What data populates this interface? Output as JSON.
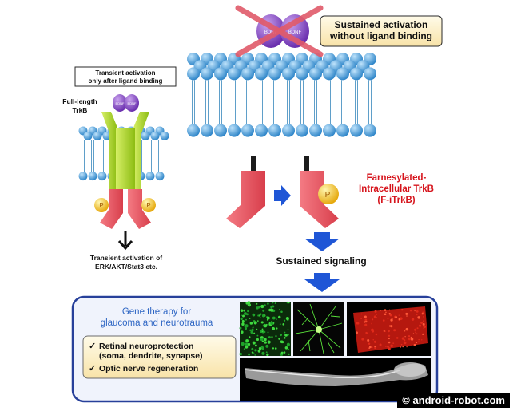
{
  "colors": {
    "lipid_head": "#4ea3dc",
    "lipid_head_dark": "#2f7fbf",
    "lipid_tail": "#5f9fc9",
    "receptor_domain": "#e8535f",
    "phosphate": "#f2c21c",
    "bdnf": "#8e4fc6",
    "fulltrkb_green": "#a6cc1f",
    "arrow_blue": "#1f56d6",
    "red_label": "#d6141c",
    "panel_border": "#27409a",
    "panel_title": "#2e66c4",
    "highlight_box": "#fdf0c9",
    "cross_red": "#e15a6a"
  },
  "labels": {
    "sustained_activation": "Sustained activation\nwithout ligand binding",
    "transient_activation": "Transient activation\nonly after ligand binding",
    "full_length_trkb": "Full-length\nTrkB",
    "farnesylated": "Farnesylated-\nIntracellular TrkB\n(F-iTrkB)",
    "sustained_signaling": "Sustained signaling",
    "transient_erk": "Transient activation of\nERK/AKT/Stat3 etc.",
    "bdnf": "BDNF",
    "phosphate": "P",
    "watermark": "© android-robot.com"
  },
  "gene_therapy": {
    "title": "Gene therapy for\nglaucoma and neurotrauma",
    "check_mark": "✓",
    "items": [
      "Retinal neuroprotection\n(soma, dendrite, synapse)",
      "Optic nerve regeneration"
    ]
  },
  "icons": {
    "cross": "cross-x-icon",
    "check": "check-mark-icon",
    "arrow_right": "blue-right-arrow-icon",
    "arrow_down": "blue-down-arrow-icon",
    "arrow_black": "black-down-arrow-icon"
  }
}
